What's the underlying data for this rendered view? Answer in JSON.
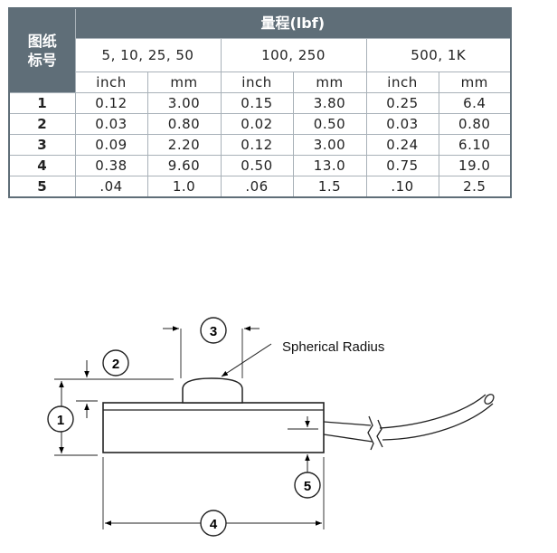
{
  "table": {
    "drawing_no_header": [
      "图纸",
      "标号"
    ],
    "range_header": "量程(lbf)",
    "ranges": [
      "5, 10, 25, 50",
      "100, 250",
      "500, 1K"
    ],
    "units": [
      "inch",
      "mm",
      "inch",
      "mm",
      "inch",
      "mm"
    ],
    "rows": [
      {
        "id": "1",
        "values": [
          "0.12",
          "3.00",
          "0.15",
          "3.80",
          "0.25",
          "6.4"
        ]
      },
      {
        "id": "2",
        "values": [
          "0.03",
          "0.80",
          "0.02",
          "0.50",
          "0.03",
          "0.80"
        ]
      },
      {
        "id": "3",
        "values": [
          "0.09",
          "2.20",
          "0.12",
          "3.00",
          "0.24",
          "6.10"
        ]
      },
      {
        "id": "4",
        "values": [
          "0.38",
          "9.60",
          "0.50",
          "13.0",
          "0.75",
          "19.0"
        ]
      },
      {
        "id": "5",
        "values": [
          ".04",
          "1.0",
          ".06",
          "1.5",
          ".10",
          "2.5"
        ]
      }
    ]
  },
  "drawing": {
    "annotation": "Spherical Radius",
    "callouts": [
      "1",
      "2",
      "3",
      "4",
      "5"
    ]
  }
}
